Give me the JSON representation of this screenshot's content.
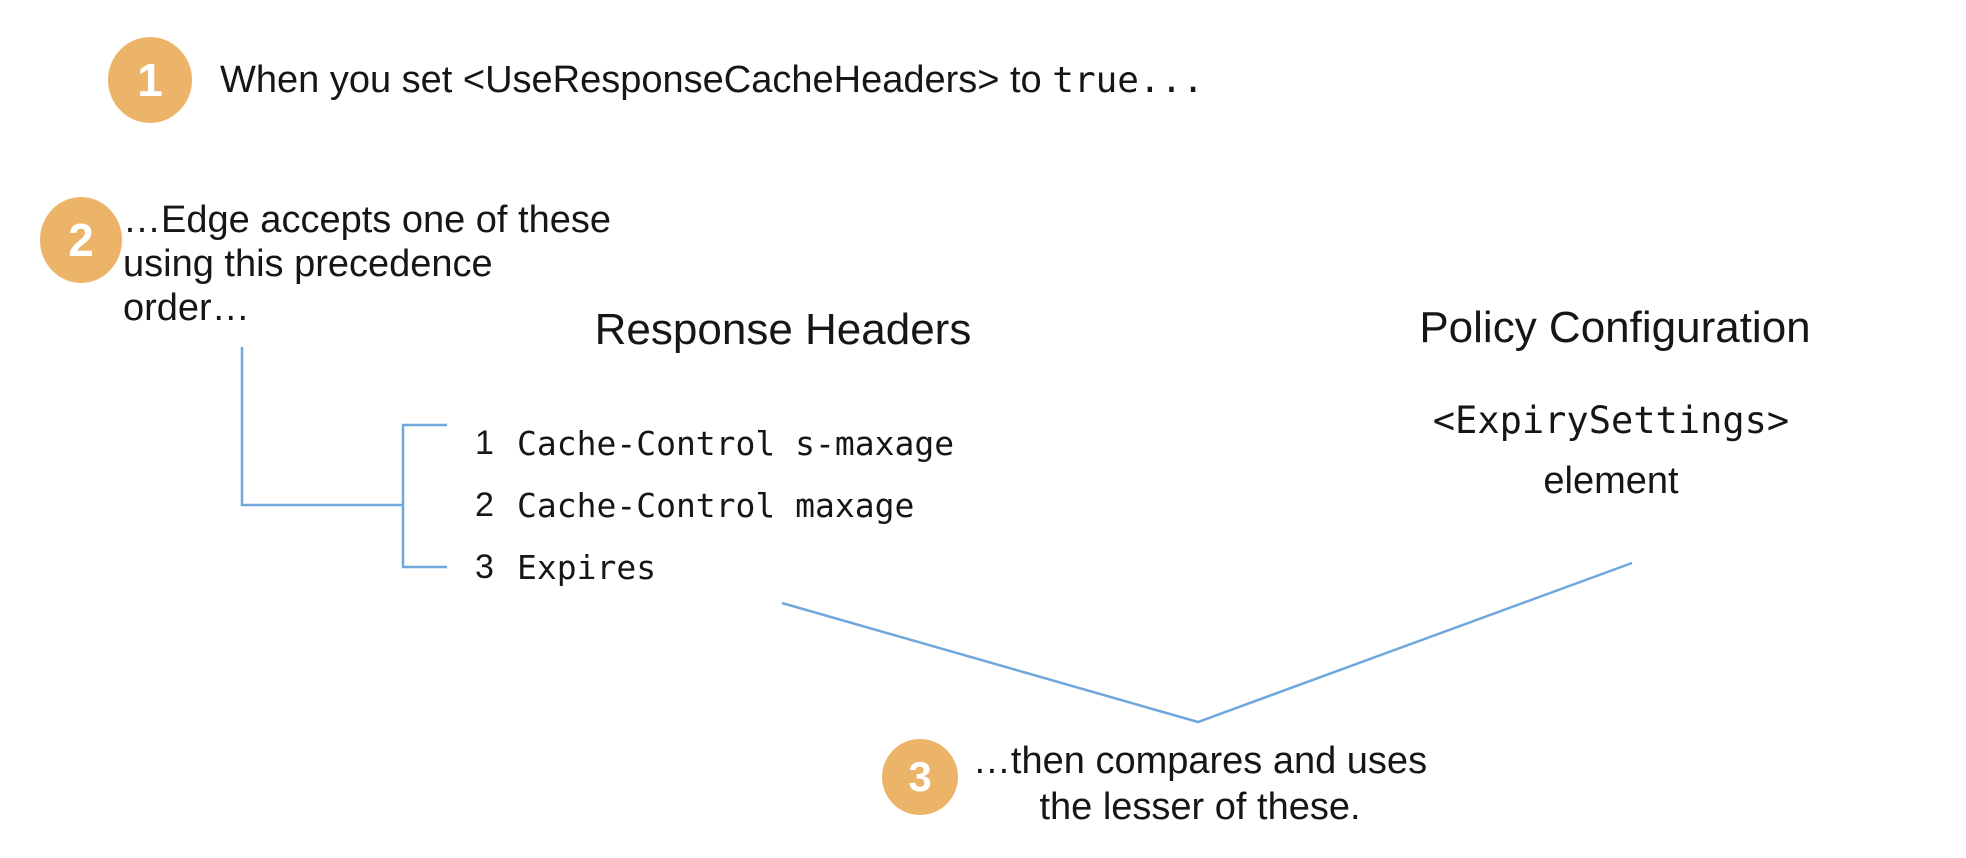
{
  "colors": {
    "badge_bg": "#ECB468",
    "badge_text": "#FFFFFF",
    "connector": "#6EA8DC",
    "text": "#161616"
  },
  "steps": [
    {
      "number": "1",
      "prefix": "When you set <UseResponseCacheHeaders> to ",
      "code": "true..."
    },
    {
      "number": "2",
      "text": "…Edge accepts one of these\nusing this precedence\norder…"
    },
    {
      "number": "3",
      "text": "…then compares and uses\nthe lesser of these."
    }
  ],
  "response_headers": {
    "title": "Response Headers",
    "items": [
      {
        "num": "1",
        "code": "Cache-Control s-maxage"
      },
      {
        "num": "2",
        "code": "Cache-Control maxage"
      },
      {
        "num": "3",
        "code": "Expires"
      }
    ]
  },
  "policy_configuration": {
    "title": "Policy Configuration",
    "code": "<ExpirySettings>",
    "caption": "element"
  }
}
